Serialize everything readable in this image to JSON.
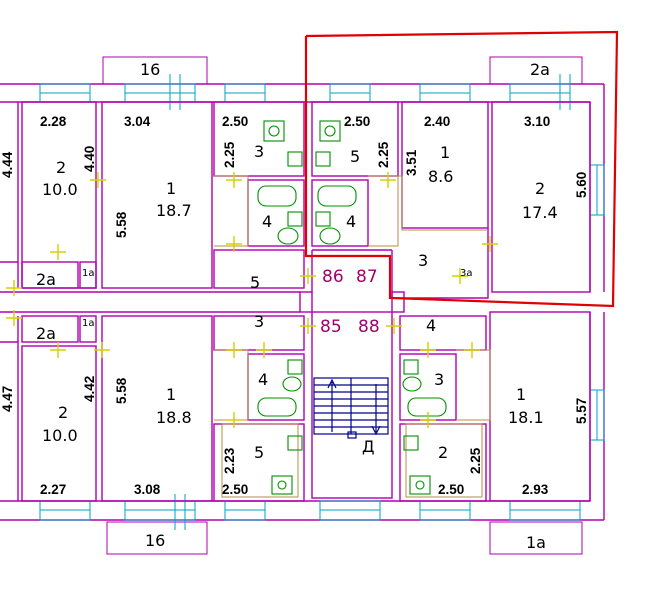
{
  "colors": {
    "walls": "#b000b0",
    "wet_zone_lines": "#b48c46",
    "windows": "#00a0c8",
    "fixtures": "#009000",
    "door_marks": "#d4d000",
    "stairs": "#00008c",
    "selection": "#e00000",
    "flat_numbers": "#a0006e"
  },
  "balconies": {
    "top_left": "16",
    "top_right": "2а",
    "bottom_left": "16",
    "bottom_right": "1а"
  },
  "flat_numbers": [
    "86",
    "87",
    "85",
    "88"
  ],
  "stair_arrow_label": "Д",
  "rooms": {
    "tl_room": "2",
    "tl_room_area": "10.0",
    "tl_living": "1",
    "tl_living_area": "18.7",
    "tl_bath": "3",
    "tl_wc": "4",
    "tl_hall": "5",
    "tl_2a": "2а",
    "tl_1a": "1а",
    "tc_5": "5",
    "tc_4": "4",
    "tr_1": "1",
    "tr_1_area": "8.6",
    "tr_2": "2",
    "tr_2_area": "17.4",
    "tr_3": "3",
    "tr_3a": "3а",
    "bl_2a": "2а",
    "bl_1a": "1а",
    "bl_room": "2",
    "bl_room_area": "10.0",
    "bl_living": "1",
    "bl_living_area": "18.8",
    "bl_3": "3",
    "bl_4": "4",
    "bl_5": "5",
    "br_4": "4",
    "br_3": "3",
    "br_2": "2",
    "br_1": "1",
    "br_1_area": "18.1"
  },
  "dimensions": {
    "tl_228": "2.28",
    "tl_304": "3.04",
    "tl_250": "2.50",
    "tl_225": "2.25",
    "tl_440": "4.40",
    "tl_444": "4.44",
    "tl_558": "5.58",
    "tc_250": "2.50",
    "tc_225": "2.25",
    "tr_240": "2.40",
    "tr_310": "3.10",
    "tr_351": "3.51",
    "tr_560": "5.60",
    "bl_558": "5.58",
    "bl_442": "4.42",
    "bl_447": "4.47",
    "bl_227": "2.27",
    "bl_308": "3.08",
    "bl_223": "2.23",
    "bl_250": "2.50",
    "br_225": "2.25",
    "br_250": "2.50",
    "br_293": "2.93",
    "br_557": "5.57"
  }
}
